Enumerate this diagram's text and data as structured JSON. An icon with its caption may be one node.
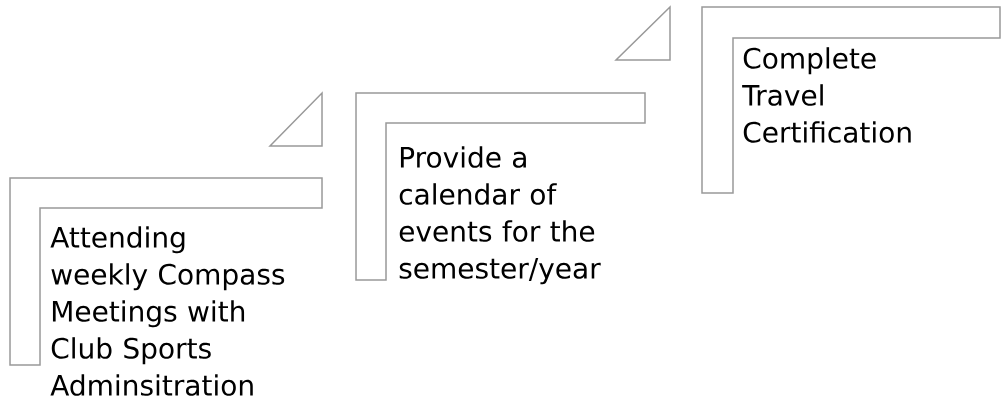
{
  "diagram": {
    "nodes": [
      {
        "text": [
          "Attending weekly Compass Meetings with Club Sports Adminsitration"
        ]
      },
      {
        "text": [
          "Provide a calendar of events for the semester/year"
        ]
      },
      {
        "text": [
          "Complete Travel Certification"
        ]
      }
    ]
  }
}
